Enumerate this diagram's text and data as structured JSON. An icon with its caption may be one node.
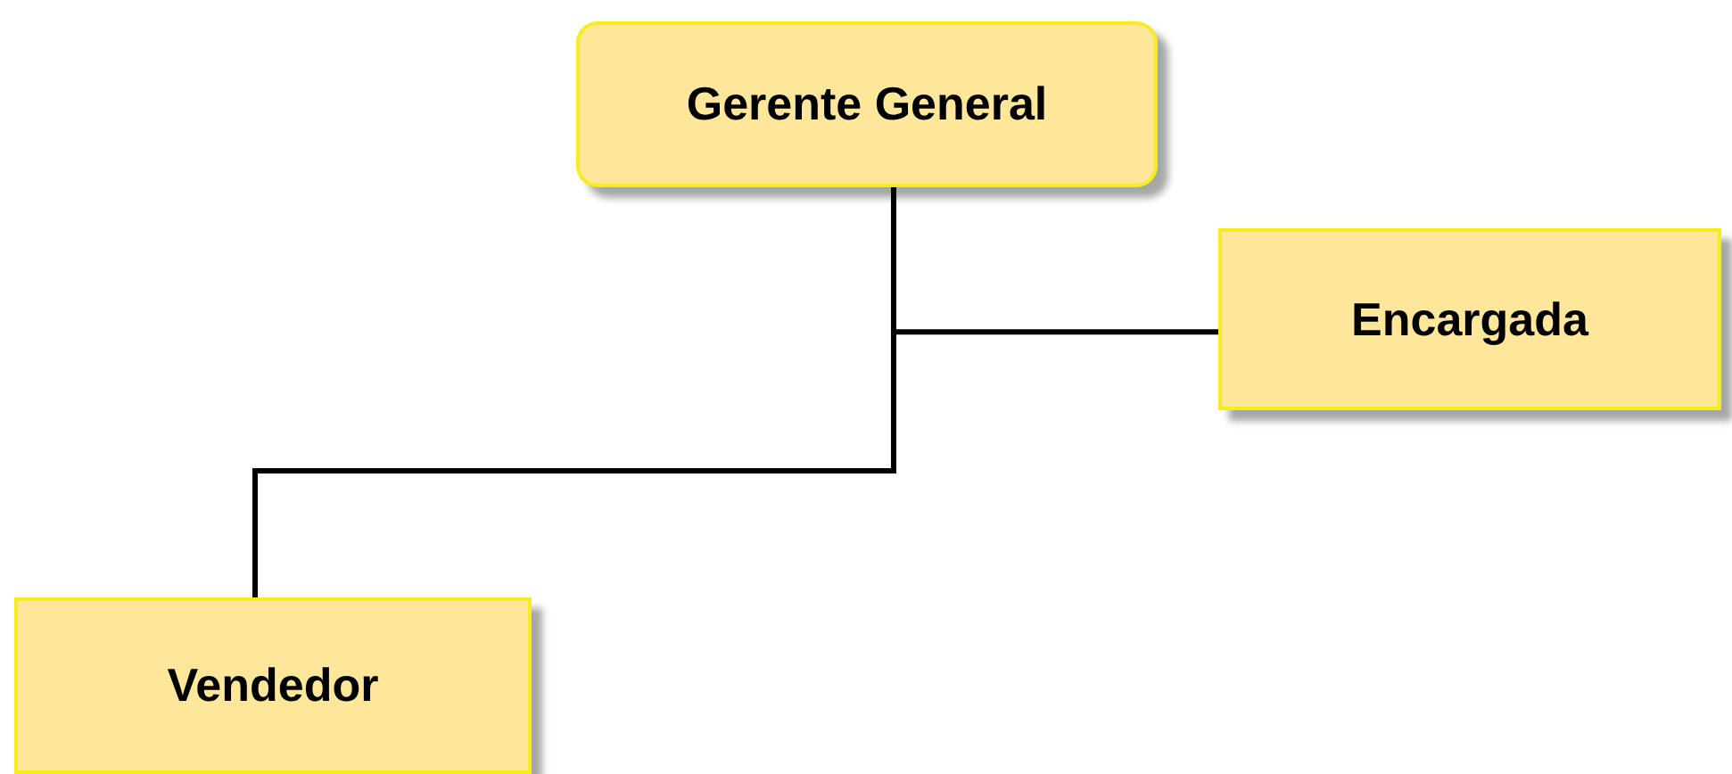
{
  "diagram": {
    "nodes": [
      {
        "text": [
          "Gerente General"
        ]
      },
      {
        "text": [
          "Encargada"
        ]
      },
      {
        "text": [
          "Vendedor"
        ]
      }
    ],
    "edges": [
      {
        "from": 0,
        "to": 1,
        "arrow": "none"
      },
      {
        "from": 0,
        "to": 2,
        "arrow": "none"
      }
    ]
  }
}
